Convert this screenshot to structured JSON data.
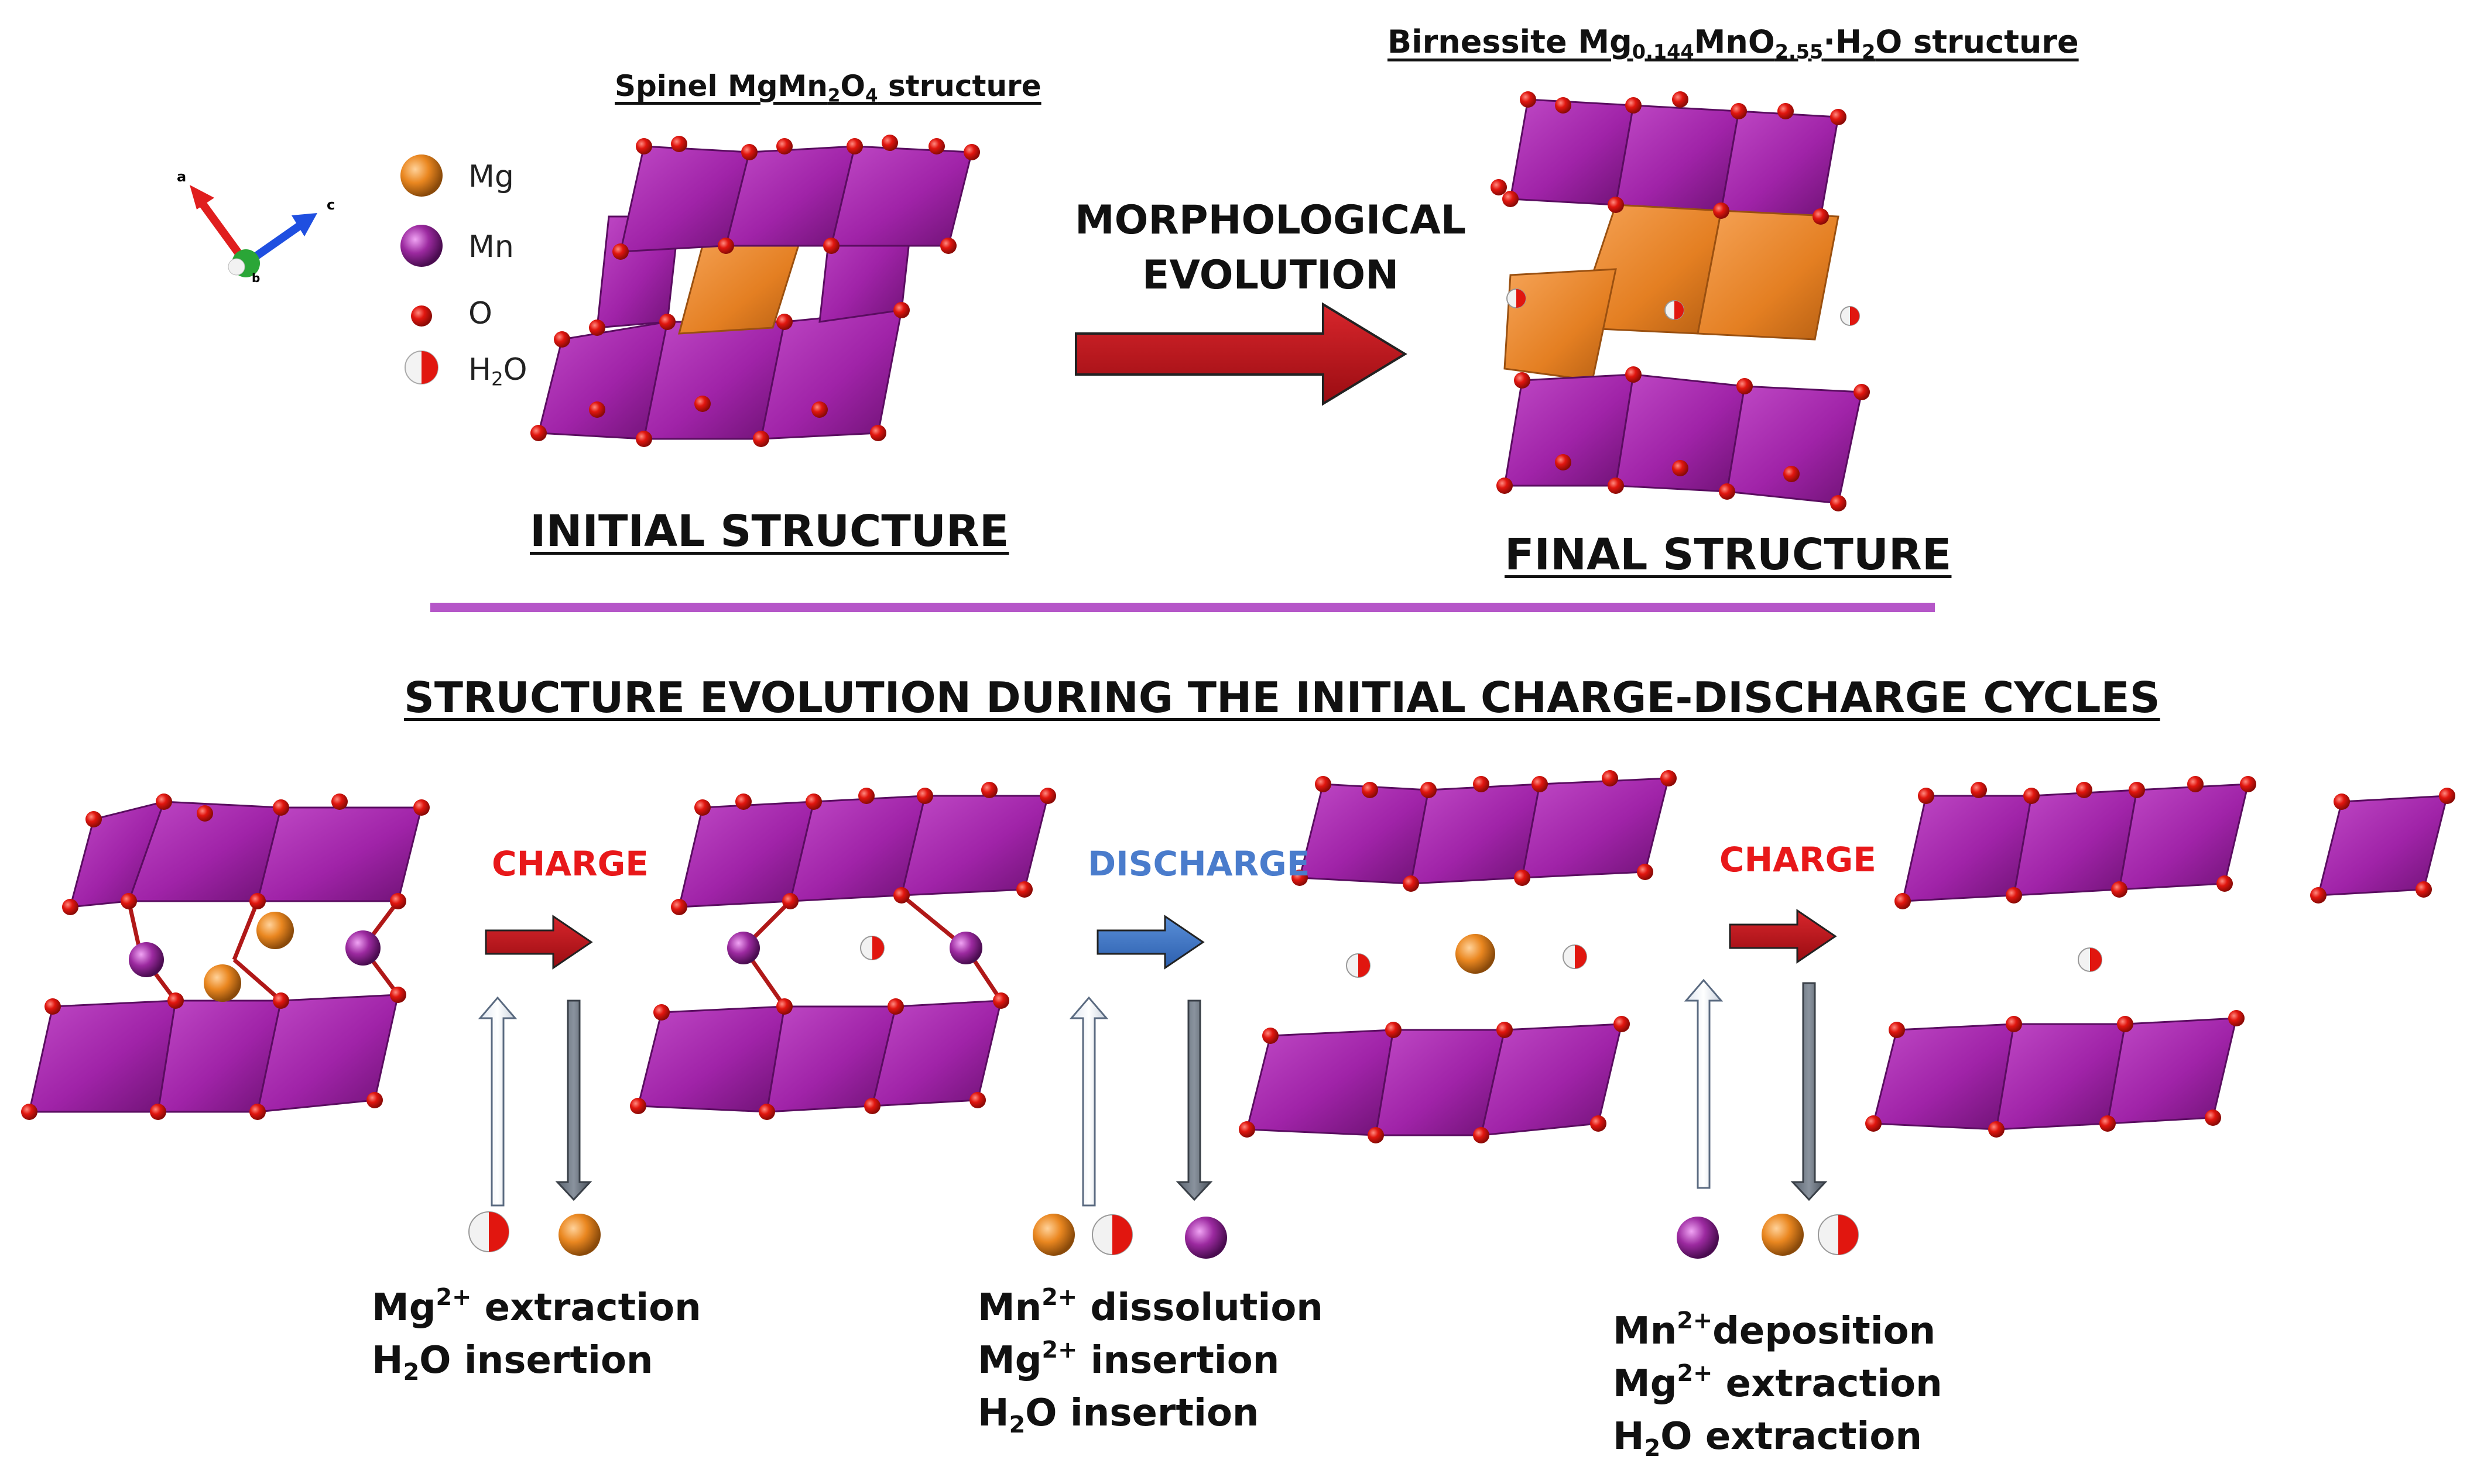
{
  "colors": {
    "mn_octa": "#a023a8",
    "mn_octa_dark": "#6d1273",
    "mg_octa": "#ef8a2a",
    "oxygen": "#e1160f",
    "mg_atom": "#ea8720",
    "mn_atom": "#9c2aa0",
    "divider": "#b556c8",
    "charge": "#e8181a",
    "discharge": "#4a7ccc",
    "arrow_red": "#c0121a",
    "arrow_blue": "#3d76c8"
  },
  "axes": {
    "a": "a",
    "b": "b",
    "c": "c"
  },
  "legend": {
    "mg": "Mg",
    "mn": "Mn",
    "o": "O",
    "h2o_h": "H",
    "h2o_sub": "2",
    "h2o_o": "O"
  },
  "top": {
    "initial_caption": {
      "pre": "Spinel MgMn",
      "s1": "2",
      "mid": "O",
      "s2": "4",
      "post": " structure"
    },
    "initial_label": "INITIAL STRUCTURE",
    "morph_line1": "MORPHOLOGICAL",
    "morph_line2": "EVOLUTION",
    "final_caption": {
      "pre": "Birnessite Mg",
      "s1": "0.144",
      "mid": "MnO",
      "s2": "2.55",
      "dot": "·H",
      "s3": "2",
      "post": "O structure"
    },
    "final_label": "FINAL STRUCTURE"
  },
  "section_title": "STRUCTURE EVOLUTION DURING THE INITIAL CHARGE-DISCHARGE CYCLES",
  "bottom": {
    "step1_arrow": "CHARGE",
    "step2_arrow": "DISCHARGE",
    "step3_arrow": "CHARGE",
    "step1": {
      "l1_pre": "Mg",
      "l1_sup": "2+",
      "l1_post": " extraction",
      "l2_pre": "H",
      "l2_sub": "2",
      "l2_post": "O insertion"
    },
    "step2": {
      "l1_pre": "Mn",
      "l1_sup": "2+",
      "l1_post": " dissolution",
      "l2_pre": "Mg",
      "l2_sup": "2+",
      "l2_post": " insertion",
      "l3_pre": "H",
      "l3_sub": "2",
      "l3_post": "O insertion"
    },
    "step3": {
      "l1_pre": "Mn",
      "l1_sup": "2+",
      "l1_post": "deposition",
      "l2_pre": "Mg",
      "l2_sup": "2+",
      "l2_post": " extraction",
      "l3_pre": "H",
      "l3_sub": "2",
      "l3_post": "O extraction"
    }
  }
}
